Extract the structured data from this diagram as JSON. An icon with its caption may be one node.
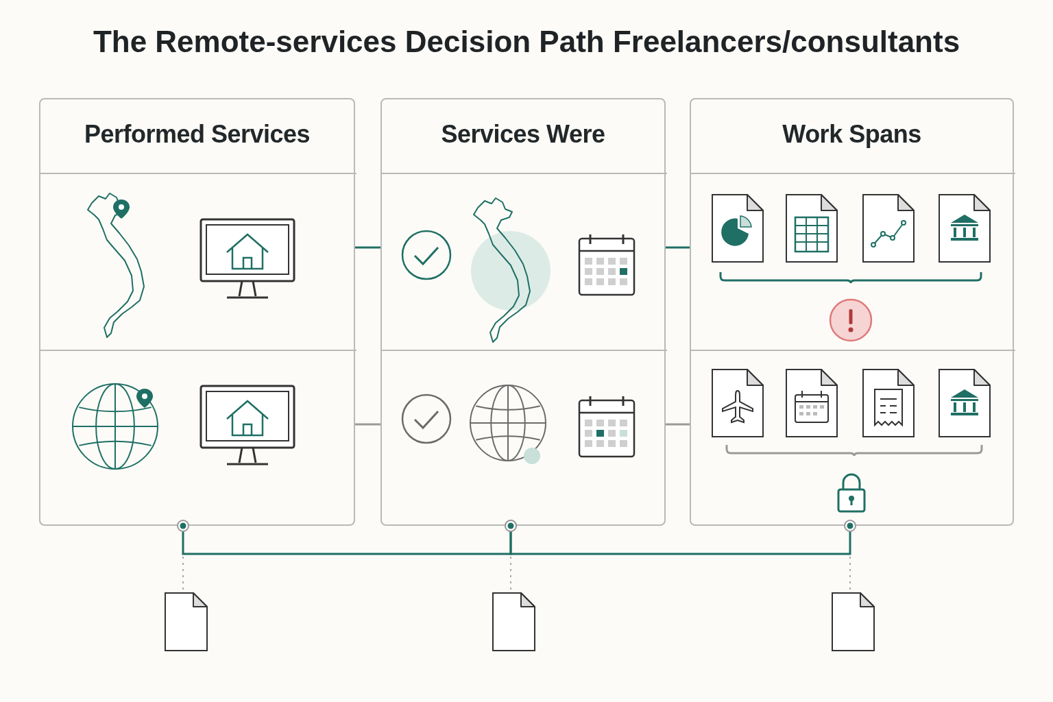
{
  "diagram": {
    "title": "The Remote-services Decision Path Freelancers/consultants",
    "nodes": [
      {
        "text": [
          "Performed Services"
        ]
      },
      {
        "text": [],
        "shape": "box",
        "in": 0
      },
      {
        "text": [],
        "shape": "box",
        "in": 0
      },
      {
        "text": [
          "Services Were"
        ]
      },
      {
        "text": [],
        "shape": "box",
        "in": 3
      },
      {
        "text": [],
        "shape": "box",
        "in": 3
      },
      {
        "text": [
          "Work Spans"
        ]
      },
      {
        "text": [],
        "shape": "box",
        "in": 6
      },
      {
        "text": [],
        "shape": "box",
        "in": 6
      },
      {
        "text": [],
        "shape": "document"
      },
      {
        "text": [],
        "shape": "document"
      },
      {
        "text": [],
        "shape": "document"
      }
    ],
    "edges": [
      {
        "from": 1,
        "to": 4,
        "arrow": "none",
        "color": "#1f6f64"
      },
      {
        "from": 4,
        "to": 7,
        "arrow": "none",
        "color": "#1f6f64"
      },
      {
        "from": 2,
        "to": 5,
        "arrow": "none",
        "color": "#9a9a9a"
      },
      {
        "from": 5,
        "to": 8,
        "arrow": "none",
        "color": "#9a9a9a"
      },
      {
        "from": 0,
        "to": 3,
        "arrow": "other",
        "color": "#1f6f64"
      },
      {
        "from": 3,
        "to": 6,
        "arrow": "other",
        "color": "#1f6f64"
      },
      {
        "from": 0,
        "to": 9,
        "arrow": "none",
        "style": "dashed",
        "color": "#aaaaaa"
      },
      {
        "from": 3,
        "to": 10,
        "arrow": "none",
        "style": "dashed",
        "color": "#aaaaaa"
      },
      {
        "from": 6,
        "to": 11,
        "arrow": "none",
        "style": "dashed",
        "color": "#aaaaaa"
      }
    ]
  }
}
